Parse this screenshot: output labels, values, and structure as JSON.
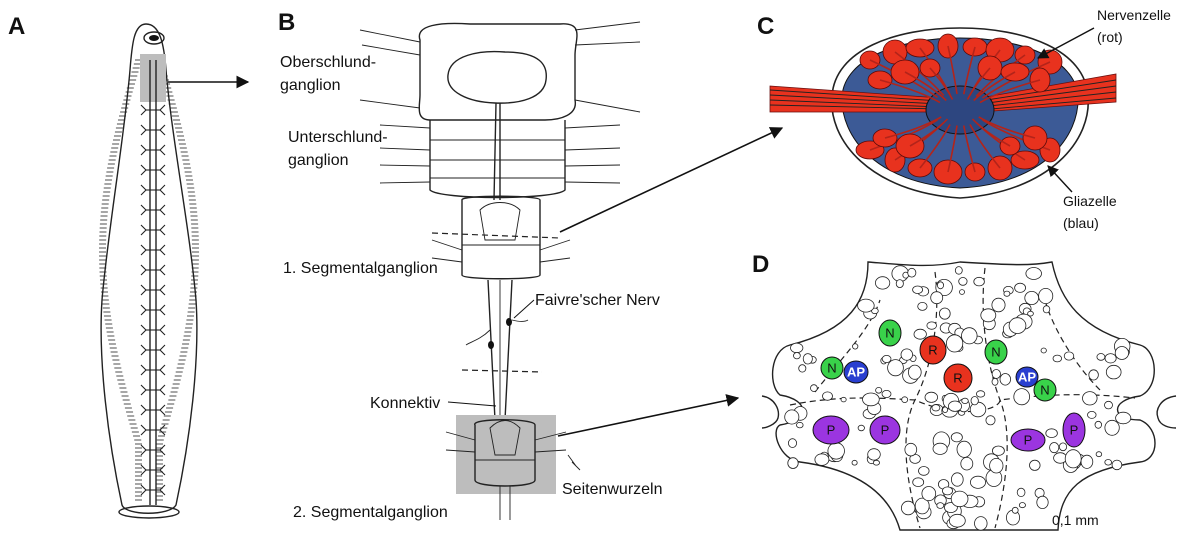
{
  "panels": {
    "a": {
      "letter": "A"
    },
    "b": {
      "letter": "B",
      "labels": {
        "oberschlund_1": "Oberschlund-",
        "oberschlund_2": "ganglion",
        "unterschlund_1": "Unterschlund-",
        "unterschlund_2": "ganglion",
        "segmental_1": "1. Segmentalganglion",
        "faivre": "Faivre'scher Nerv",
        "konnektiv": "Konnektiv",
        "seitenwurzeln": "Seitenwurzeln",
        "segmental_2": "2. Segmentalganglion"
      }
    },
    "c": {
      "letter": "C",
      "labels": {
        "nervenzelle_1": "Nervenzelle",
        "nervenzelle_2": "(rot)",
        "gliazelle_1": "Gliazelle",
        "gliazelle_2": "(blau)"
      }
    },
    "d": {
      "letter": "D",
      "scale": "0,1 mm",
      "cells": {
        "n": "N",
        "ap": "AP",
        "r": "R",
        "p": "P"
      }
    }
  },
  "colors": {
    "neuron_red": "#e8321e",
    "glia_blue": "#3c5a96",
    "n_green": "#39d24a",
    "ap_blue": "#2a3fd0",
    "p_purple": "#9b35e0",
    "highlight_gray": "#bdbdbd"
  }
}
